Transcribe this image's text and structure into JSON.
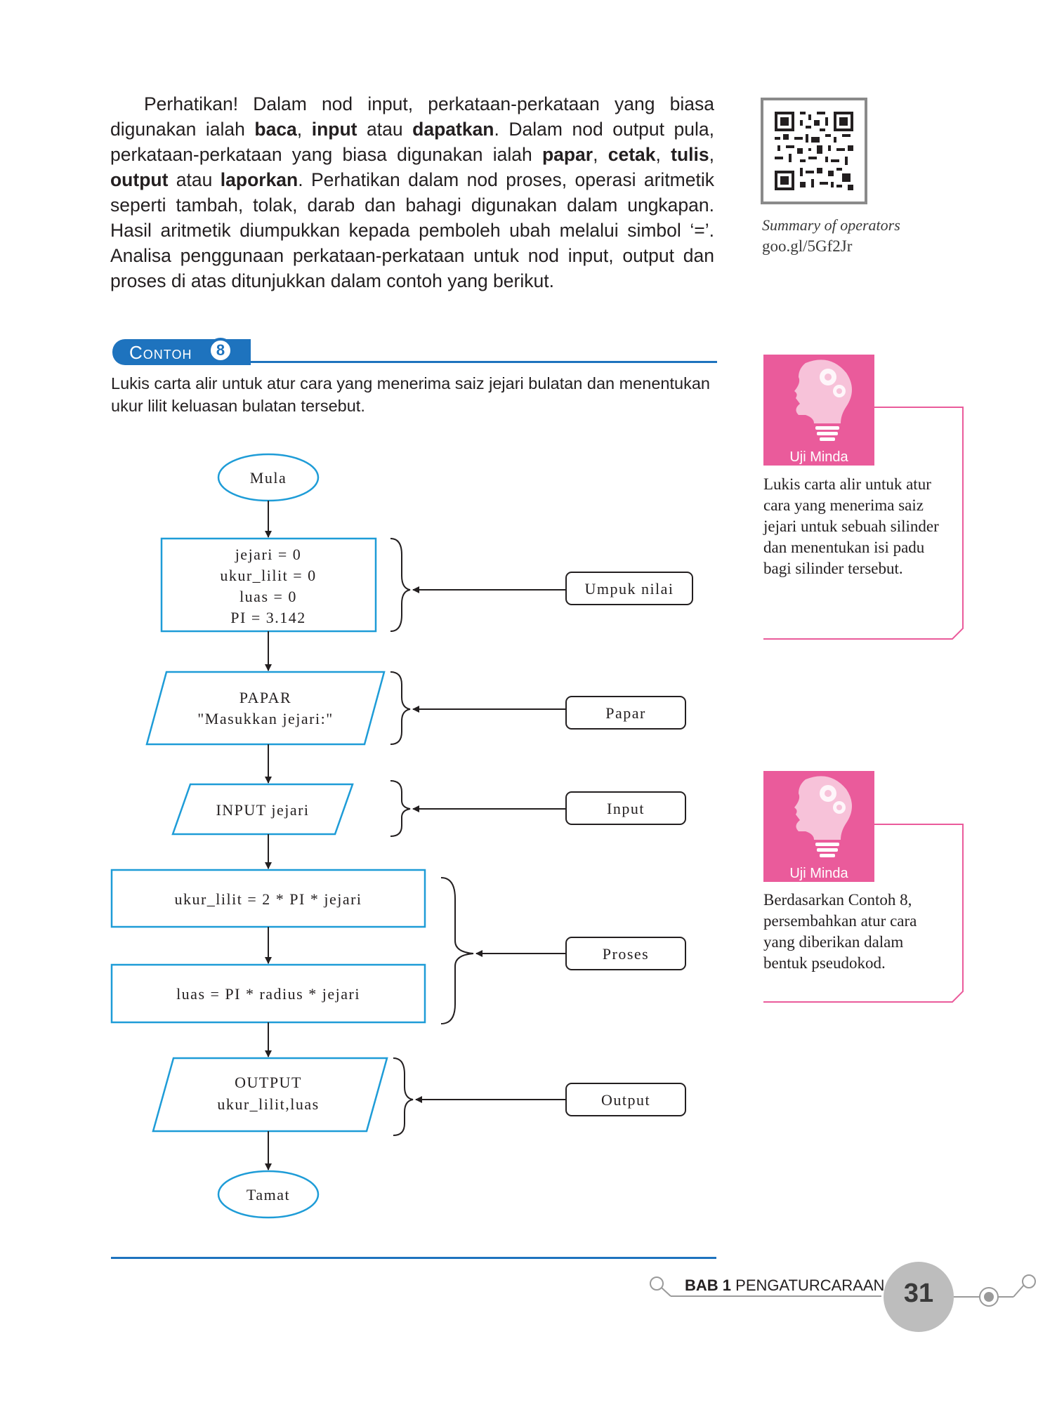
{
  "paragraph": {
    "p1": "Perhatikan! Dalam nod input, perkataan-perkataan yang biasa digunakan ialah ",
    "b1": "baca",
    "p2": ", ",
    "b2": "input",
    "p3": " atau ",
    "b3": "dapatkan",
    "p4": ". Dalam nod output pula, perkataan-perkataan yang biasa digunakan ialah ",
    "b4": "papar",
    "p5": ", ",
    "b5": "cetak",
    "p6": ", ",
    "b6": "tulis",
    "p7": ", ",
    "b7": "output",
    "p8": " atau ",
    "b8": "laporkan",
    "p9": ". Perhatikan dalam nod proses, operasi aritmetik seperti tambah, tolak, darab dan bahagi digunakan dalam ungkapan. Hasil aritmetik diumpukkan kepada pemboleh ubah melalui simbol ‘=’. Analisa penggunaan perkataan-perkataan untuk nod input, output dan proses di atas ditunjukkan dalam contoh yang berikut."
  },
  "qr": {
    "title": "Summary of operators",
    "url": "goo.gl/5Gf2Jr"
  },
  "contoh": {
    "label": "Contoh",
    "number": "8",
    "prompt": "Lukis carta alir untuk atur cara yang menerima saiz jejari bulatan dan menentukan ukur lilit keluasan bulatan tersebut."
  },
  "flowchart": {
    "start": "Mula",
    "init": [
      "jejari = 0",
      "ukur_lilit = 0",
      "luas = 0",
      "PI = 3.142"
    ],
    "display": [
      "PAPAR",
      "\"Masukkan jejari:\""
    ],
    "input": "INPUT jejari",
    "process1": "ukur_lilit = 2 * PI * jejari",
    "process2": "luas = PI * radius * jejari",
    "output": [
      "OUTPUT",
      "ukur_lilit,luas"
    ],
    "end": "Tamat",
    "labels": {
      "assign": "Umpuk nilai",
      "display": "Papar",
      "input": "Input",
      "process": "Proses",
      "output": "Output"
    },
    "accent_color": "#1e9cd7"
  },
  "uji_minda": [
    {
      "label": "Uji Minda",
      "text": "Lukis carta alir untuk atur cara yang menerima saiz jejari untuk sebuah silinder dan menentukan isi padu bagi silinder tersebut."
    },
    {
      "label": "Uji Minda",
      "text": "Berdasarkan Contoh 8, persembahkan atur cara yang diberikan dalam bentuk pseudokod."
    }
  ],
  "footer": {
    "bab": "BAB 1",
    "chapter": "PENGATURCARAAN",
    "page": "31"
  }
}
